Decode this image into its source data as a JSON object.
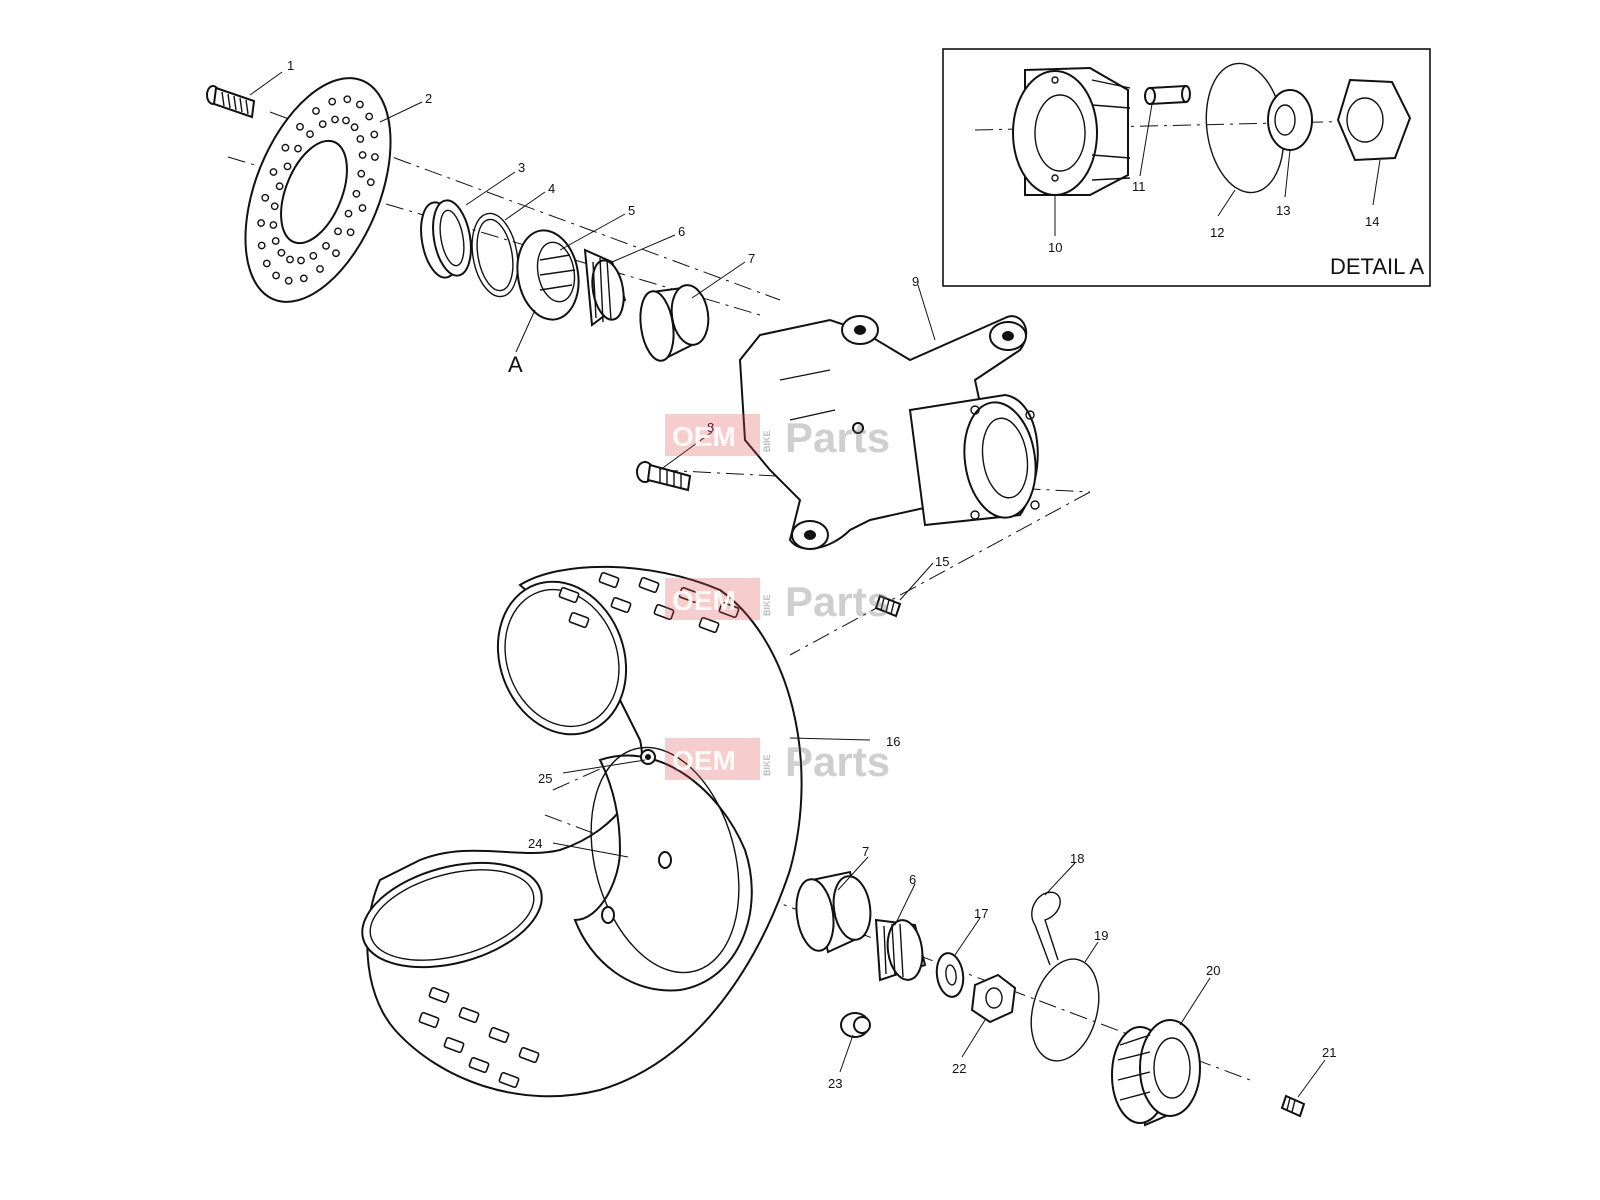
{
  "diagram": {
    "detail_title": "DETAIL A",
    "detail_marker": "A",
    "callouts": {
      "c1": "1",
      "c2": "2",
      "c3": "3",
      "c4": "4",
      "c5": "5",
      "c6": "6",
      "c7": "7",
      "c8": "8",
      "c9": "9",
      "c10": "10",
      "c11": "11",
      "c12": "12",
      "c13": "13",
      "c14": "14",
      "c15": "15",
      "c16": "16",
      "c17": "17",
      "c18": "18",
      "c19": "19",
      "c20": "20",
      "c21": "21",
      "c22": "22",
      "c23": "23",
      "c24": "24",
      "c25": "25",
      "c6b": "6",
      "c7b": "7"
    }
  },
  "watermark": {
    "brand_left": "OEM",
    "brand_mid": "BIKE",
    "brand_right": "Parts"
  }
}
